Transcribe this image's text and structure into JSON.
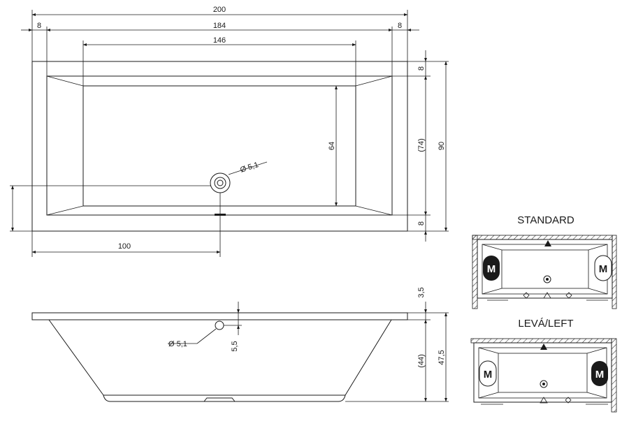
{
  "dimensions": {
    "total_length": "200",
    "left_rim": "8",
    "inner_length": "184",
    "right_rim": "8",
    "bottom_length": "146",
    "top_rim": "8",
    "inner_width": "(74)",
    "bottom_rim": "8",
    "total_width": "90",
    "bottom_width": "64",
    "drain_diameter_top": "Ø 5,1",
    "drain_offset": "100",
    "rim_height": "3,5",
    "inner_depth": "(44)",
    "total_height": "47,5",
    "overflow_diameter": "Ø 5,1",
    "overflow_offset": "5,5"
  },
  "variants": {
    "standard_title": "STANDARD",
    "left_title": "LEVÁ/LEFT",
    "motor_label": "M"
  }
}
